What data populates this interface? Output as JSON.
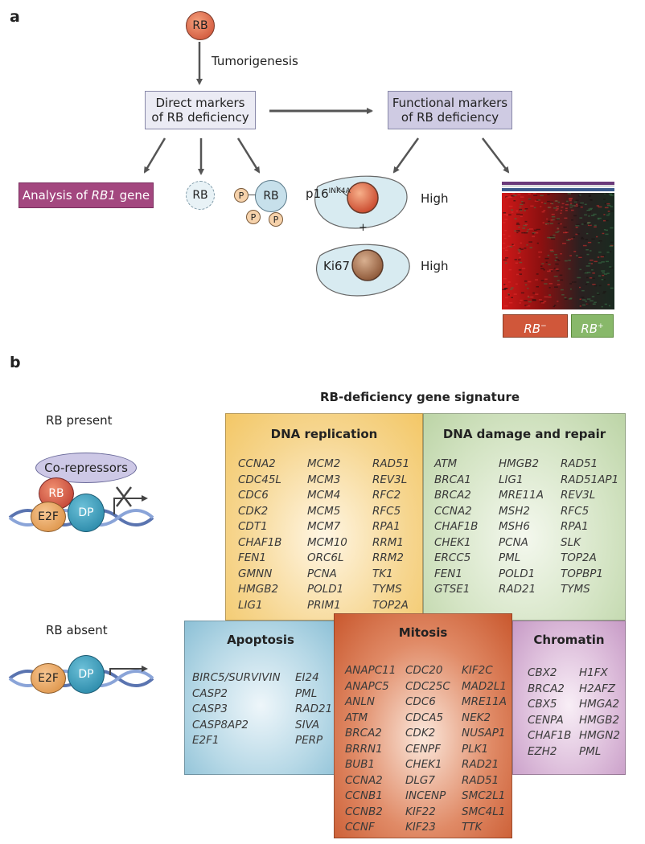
{
  "panel_a": {
    "letter": "a",
    "rb_top": "RB",
    "tumorigenesis": "Tumorigenesis",
    "direct": {
      "line1": "Direct markers",
      "line2": "of RB deficiency"
    },
    "functional": {
      "line1": "Functional markers",
      "line2": "of RB deficiency"
    },
    "analysis": {
      "prefix": "Analysis of ",
      "gene": "RB1",
      "suffix": " gene"
    },
    "rb_dashed": "RB",
    "rb_phospho": "RB",
    "p_label": "P",
    "p16": {
      "base": "p16",
      "sup": "INK4A"
    },
    "high1": "High",
    "plus": "+",
    "ki67": "Ki67",
    "high2": "High",
    "rb_minus": {
      "base": "RB",
      "sup": "−"
    },
    "rb_plus": {
      "base": "RB",
      "sup": "+"
    }
  },
  "panel_b": {
    "letter": "b",
    "signature_title": "RB-deficiency gene signature",
    "rb_present": "RB present",
    "rb_absent": "RB absent",
    "corepressors": "Co-repressors",
    "rb": "RB",
    "e2f": "E2F",
    "dp": "DP",
    "e2f2": "E2F",
    "dp2": "DP"
  },
  "gene_groups": {
    "dna_replication": {
      "title": "DNA replication",
      "color": "#f3c766",
      "columns": [
        [
          "CCNA2",
          "CDC45L",
          "CDC6",
          "CDK2",
          "CDT1",
          "CHAF1B",
          "FEN1",
          "GMNN",
          "HMGB2",
          "LIG1"
        ],
        [
          "MCM2",
          "MCM3",
          "MCM4",
          "MCM5",
          "MCM7",
          "MCM10",
          "ORC6L",
          "PCNA",
          "POLD1",
          "PRIM1"
        ],
        [
          "RAD51",
          "REV3L",
          "RFC2",
          "RFC5",
          "RPA1",
          "RRM1",
          "RRM2",
          "TK1",
          "TYMS",
          "TOP2A"
        ]
      ]
    },
    "dna_damage": {
      "title": "DNA damage and repair",
      "color": "#bcd4a6",
      "columns": [
        [
          "ATM",
          "BRCA1",
          "BRCA2",
          "CCNA2",
          "CHAF1B",
          "CHEK1",
          "ERCC5",
          "FEN1",
          "GTSE1"
        ],
        [
          "HMGB2",
          "LIG1",
          "MRE11A",
          "MSH2",
          "MSH6",
          "PCNA",
          "PML",
          "POLD1",
          "RAD21"
        ],
        [
          "RAD51",
          "RAD51AP1",
          "REV3L",
          "RFC5",
          "RPA1",
          "SLK",
          "TOP2A",
          "TOPBP1",
          "TYMS"
        ]
      ]
    },
    "apoptosis": {
      "title": "Apoptosis",
      "color": "#8cc0d6",
      "columns": [
        [
          "BIRC5/SURVIVIN",
          "CASP2",
          "CASP3",
          "CASP8AP2",
          "E2F1"
        ],
        [
          "EI24",
          "PML",
          "RAD21",
          "SIVA",
          "PERP"
        ]
      ]
    },
    "mitosis": {
      "title": "Mitosis",
      "color": "#c9582e",
      "columns": [
        [
          "ANAPC11",
          "ANAPC5",
          "ANLN",
          "ATM",
          "BRCA2",
          "BRRN1",
          "BUB1",
          "CCNA2",
          "CCNB1",
          "CCNB2",
          "CCNF"
        ],
        [
          "CDC20",
          "CDC25C",
          "CDC6",
          "CDCA5",
          "CDK2",
          "CENPF",
          "CHEK1",
          "DLG7",
          "INCENP",
          "KIF22",
          "KIF23"
        ],
        [
          "KIF2C",
          "MAD2L1",
          "MRE11A",
          "NEK2",
          "NUSAP1",
          "PLK1",
          "RAD21",
          "RAD51",
          "SMC2L1",
          "SMC4L1",
          "TTK"
        ]
      ]
    },
    "chromatin": {
      "title": "Chromatin",
      "color": "#c79bc6",
      "columns": [
        [
          "CBX2",
          "BRCA2",
          "CBX5",
          "CENPA",
          "CHAF1B",
          "EZH2"
        ],
        [
          "H1FX",
          "H2AFZ",
          "HMGA2",
          "HMGB2",
          "HMGN2",
          "PML"
        ]
      ]
    }
  }
}
